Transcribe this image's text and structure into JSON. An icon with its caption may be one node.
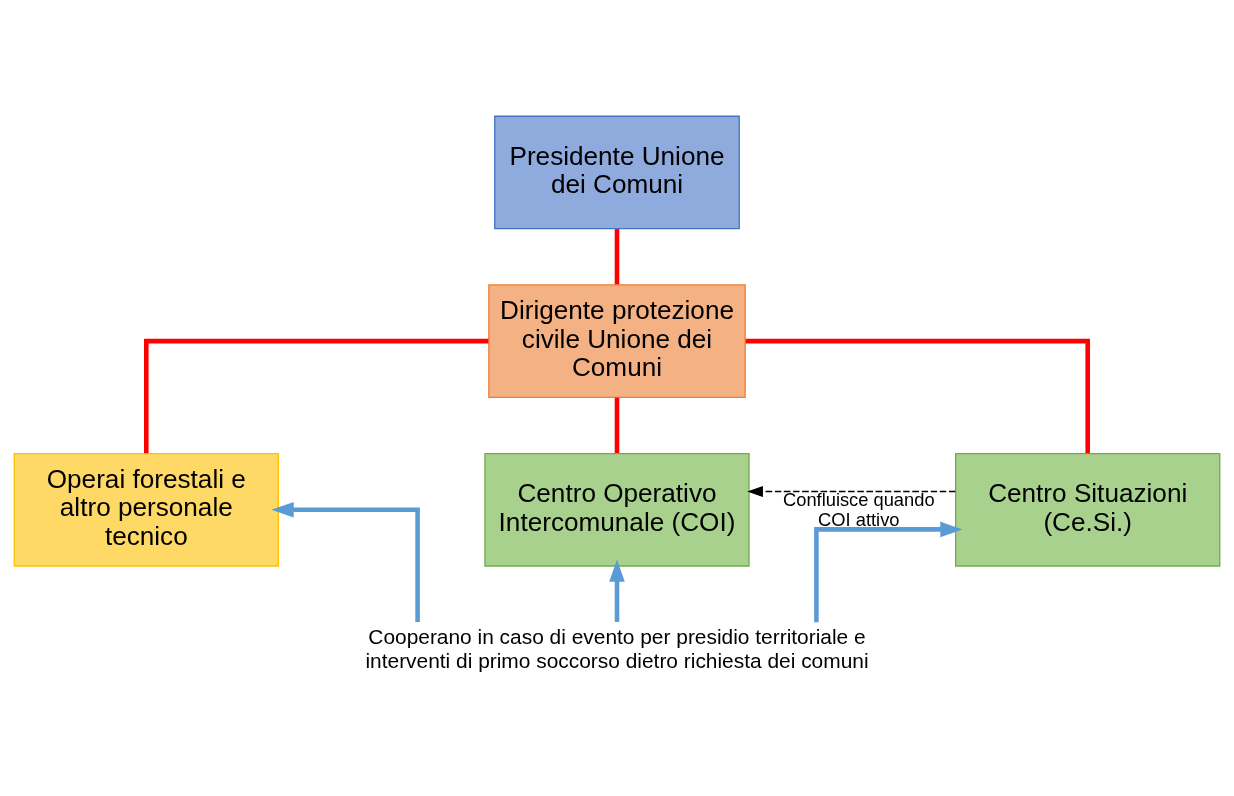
{
  "diagram": {
    "nodes": [
      {
        "text": [
          "Presidente Unione dei Comuni"
        ]
      },
      {
        "text": [
          "Dirigente protezione civile Unione dei Comuni"
        ]
      },
      {
        "text": [
          "Operai forestali e altro personale tecnico"
        ]
      },
      {
        "text": [
          "Centro Operativo Intercomunale (COI)"
        ]
      },
      {
        "text": [
          "Centro Situazioni (Ce.Si.)"
        ]
      },
      {
        "text": [
          "Cooperano in caso di evento per presidio territoriale e interventi di primo soccorso dietro richiesta dei comuni"
        ]
      }
    ],
    "edges": [
      {
        "from": 0,
        "to": 1,
        "arrow": "none",
        "color": "#ff0000"
      },
      {
        "from": 1,
        "to": 2,
        "arrow": "none",
        "color": "#ff0000"
      },
      {
        "from": 1,
        "to": 3,
        "arrow": "none",
        "color": "#ff0000"
      },
      {
        "from": 1,
        "to": 4,
        "arrow": "none",
        "color": "#ff0000"
      },
      {
        "from": 5,
        "to": 2,
        "arrow": "to",
        "color": "#5b9bd5"
      },
      {
        "from": 5,
        "to": 3,
        "arrow": "to",
        "color": "#5b9bd5"
      },
      {
        "from": 5,
        "to": 4,
        "arrow": "to",
        "color": "#5b9bd5"
      },
      {
        "from": 4,
        "to": 3,
        "arrow": "to",
        "style": "dashed",
        "color": "#000000",
        "label": "Confluisce quando COI attivo"
      }
    ]
  }
}
